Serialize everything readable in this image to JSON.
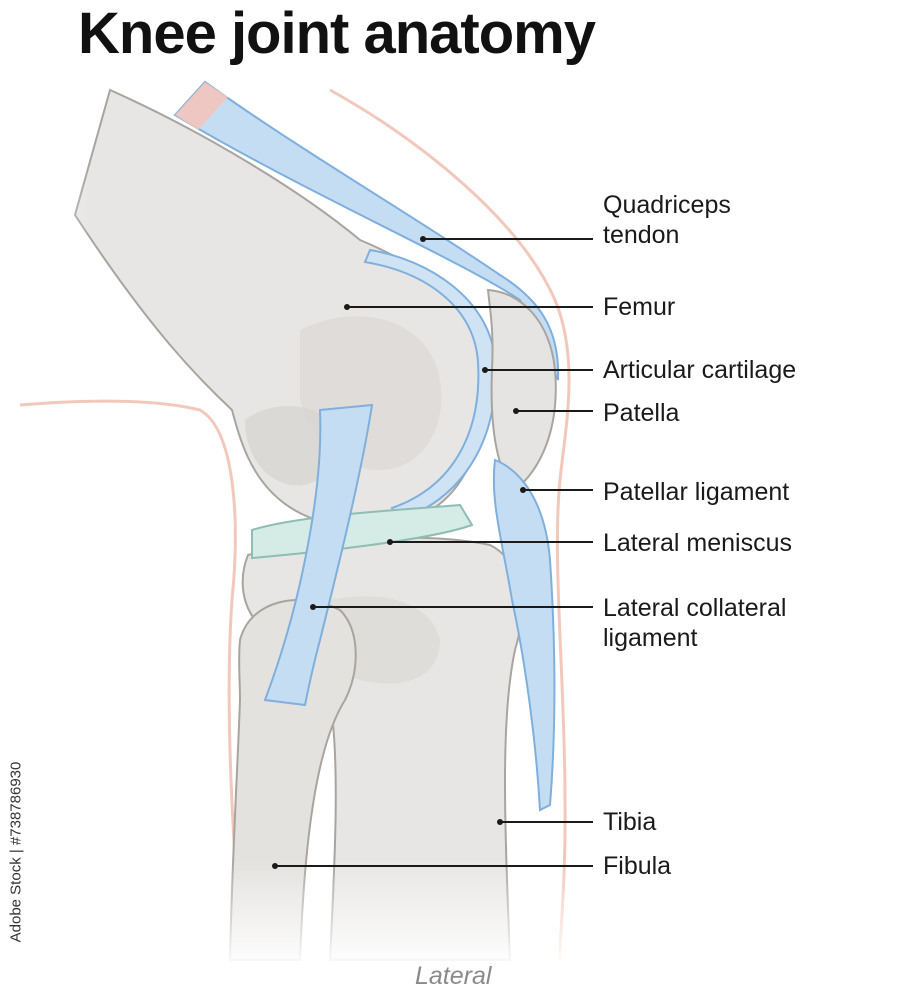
{
  "title": "Knee joint anatomy",
  "caption": "Lateral",
  "watermark": "Adobe Stock | #738786930",
  "labels": {
    "quadriceps_tendon": [
      "Quadriceps",
      "tendon"
    ],
    "femur": "Femur",
    "articular_cartilage": "Articular cartilage",
    "patella": "Patella",
    "patellar_ligament": "Patellar ligament",
    "lateral_meniscus": "Lateral meniscus",
    "lateral_collateral_ligament": [
      "Lateral collateral",
      "ligament"
    ],
    "tibia": "Tibia",
    "fibula": "Fibula"
  },
  "colors": {
    "bone": "#e8e6e4",
    "bone_shadow": "#d2cfcc",
    "bone_outline": "#a8a4a0",
    "ligament": "#c5ddf3",
    "ligament_edge": "#7fb0dd",
    "meniscus": "#d5ebe6",
    "skin_outline": "#f2c8bc",
    "leader": "#1a1a1a"
  }
}
